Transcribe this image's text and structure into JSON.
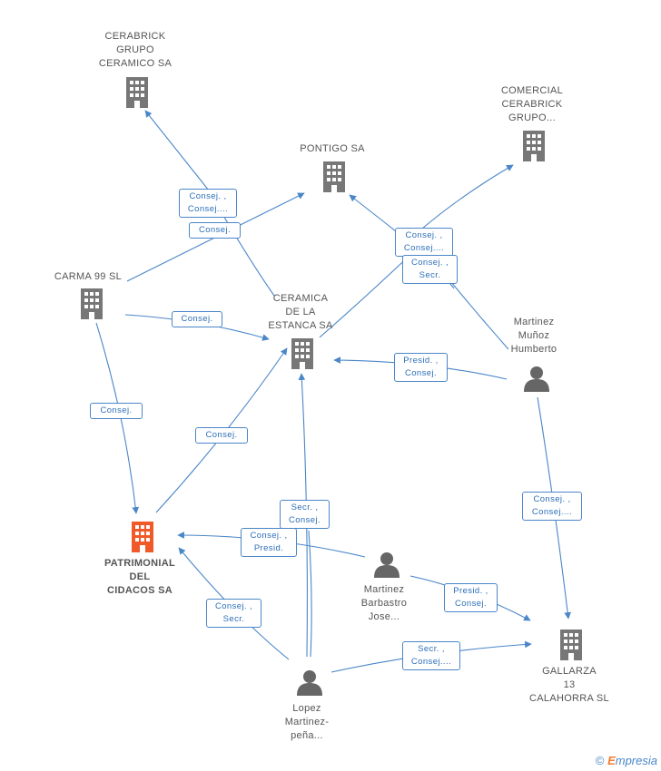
{
  "colors": {
    "edge": "#4a86c8",
    "company": "#777777",
    "highlight": "#f05a28",
    "person": "#666666"
  },
  "nodes": [
    {
      "id": "cerabrick",
      "type": "company",
      "label": "CERABRICK\nGRUPO\nCERAMICO SA"
    },
    {
      "id": "comercial",
      "type": "company",
      "label": "COMERCIAL\nCERABRICK\nGRUPO..."
    },
    {
      "id": "pontigo",
      "type": "company",
      "label": "PONTIGO SA"
    },
    {
      "id": "carma",
      "type": "company",
      "label": "CARMA 99  SL"
    },
    {
      "id": "ceramica",
      "type": "company",
      "label": "CERAMICA\nDE LA\nESTANCA SA"
    },
    {
      "id": "martinez_m",
      "type": "person",
      "label": "Martinez\nMuñoz\nHumberto"
    },
    {
      "id": "patrimonial",
      "type": "company-main",
      "label": "PATRIMONIAL\nDEL\nCIDACOS SA"
    },
    {
      "id": "martinez_b",
      "type": "person",
      "label": "Martinez\nBarbastro\nJose..."
    },
    {
      "id": "gallarza",
      "type": "company",
      "label": "GALLARZA\n13\nCALAHORRA SL"
    },
    {
      "id": "lopez",
      "type": "person",
      "label": "Lopez\nMartinez-\npeña..."
    }
  ],
  "edges": [
    {
      "id": "e1",
      "label": "Consej. ,\nConsej...."
    },
    {
      "id": "e2",
      "label": "Consej."
    },
    {
      "id": "e3",
      "label": "Consej. ,\nConsej...."
    },
    {
      "id": "e4",
      "label": "Consej. ,\nSecr."
    },
    {
      "id": "e5",
      "label": "Consej."
    },
    {
      "id": "e6",
      "label": "Presid. ,\nConsej."
    },
    {
      "id": "e7",
      "label": "Consej."
    },
    {
      "id": "e8",
      "label": "Consej."
    },
    {
      "id": "e9",
      "label": "Secr. ,\nConsej."
    },
    {
      "id": "e10",
      "label": "Consej. ,\nPresid."
    },
    {
      "id": "e11",
      "label": "Consej. ,\nConsej...."
    },
    {
      "id": "e12",
      "label": "Presid. ,\nConsej."
    },
    {
      "id": "e13",
      "label": "Consej. ,\nSecr."
    },
    {
      "id": "e14",
      "label": "Secr. ,\nConsej...."
    }
  ],
  "brand": {
    "copyright": "©",
    "initial": "E",
    "rest": "mpresia"
  }
}
